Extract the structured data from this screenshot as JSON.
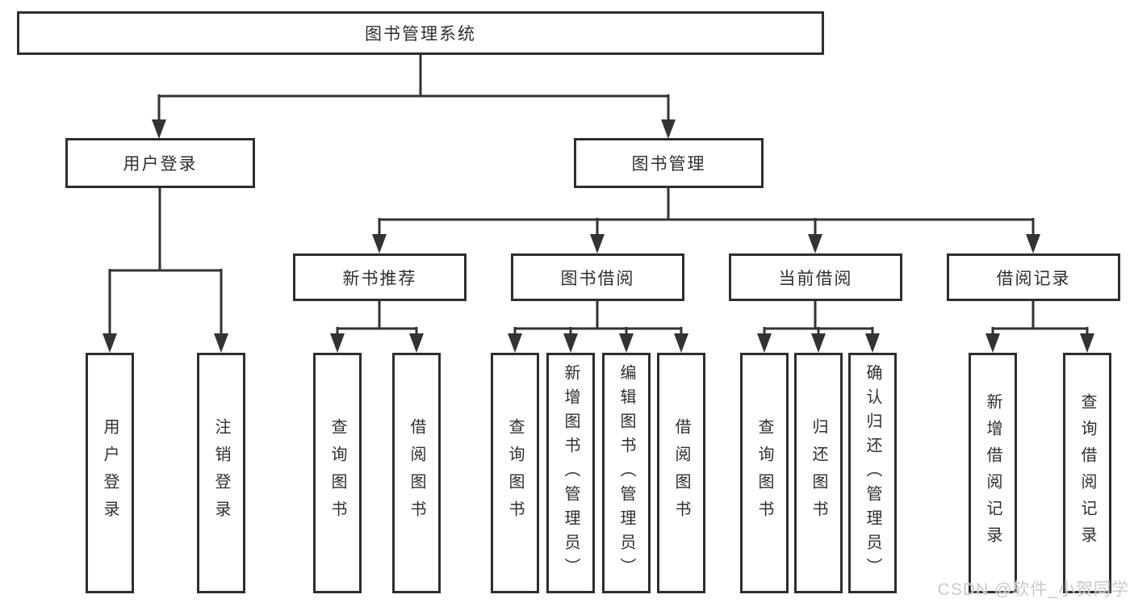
{
  "diagram": {
    "title": "图书管理系统",
    "root": {
      "label": "图书管理系统"
    },
    "level2": [
      {
        "label": "用户登录"
      },
      {
        "label": "图书管理"
      }
    ],
    "level3": [
      {
        "label": "新书推荐"
      },
      {
        "label": "图书借阅"
      },
      {
        "label": "当前借阅"
      },
      {
        "label": "借阅记录"
      }
    ],
    "leaves": {
      "user_login": [
        "用户登录",
        "注销登录"
      ],
      "new_books": [
        "查询图书",
        "借阅图书"
      ],
      "borrowing": [
        "查询图书",
        "新增图书（管理员）",
        "编辑图书（管理员）",
        "借阅图书"
      ],
      "current": [
        "查询图书",
        "归还图书",
        "确认归还（管理员）"
      ],
      "records": [
        "新增借阅记录",
        "查询借阅记录"
      ]
    },
    "watermark": "CSDN @软件_小贺同学",
    "colors": {
      "line": "#333333",
      "box_border": "#2e2e2e",
      "text": "#2f2f2f",
      "watermark": "#c9c9c9",
      "background": "#ffffff"
    }
  }
}
